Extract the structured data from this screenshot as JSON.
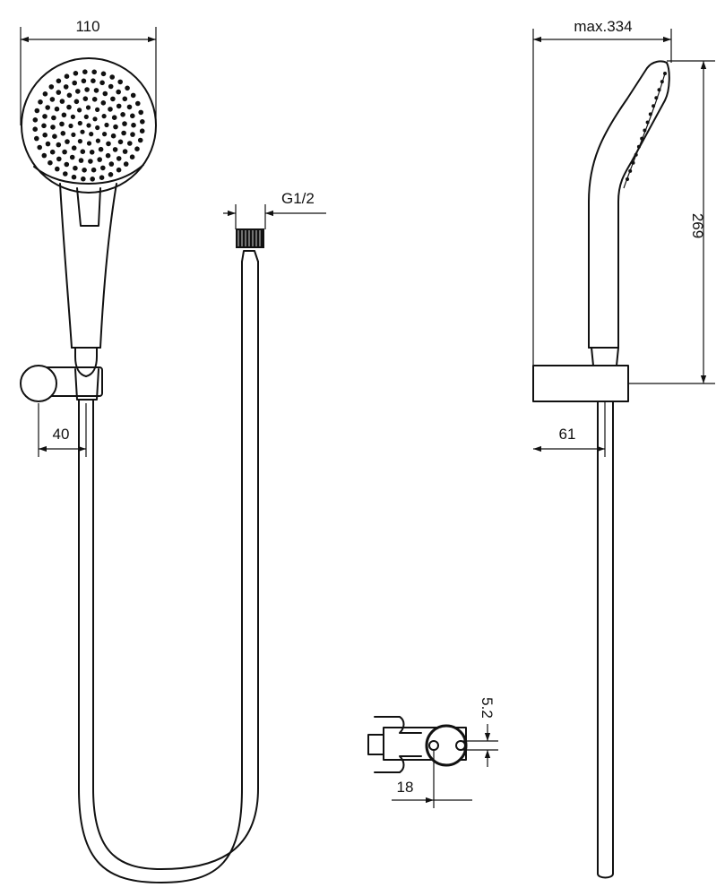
{
  "dimensions": {
    "head_width": "110",
    "holder_offset_front": "40",
    "thread": "G1/2",
    "max_depth": "max.334",
    "height": "269",
    "holder_offset_side": "61",
    "slot": "5.2",
    "hole_spacing": "18"
  },
  "colors": {
    "line": "#111111",
    "background": "#ffffff"
  }
}
